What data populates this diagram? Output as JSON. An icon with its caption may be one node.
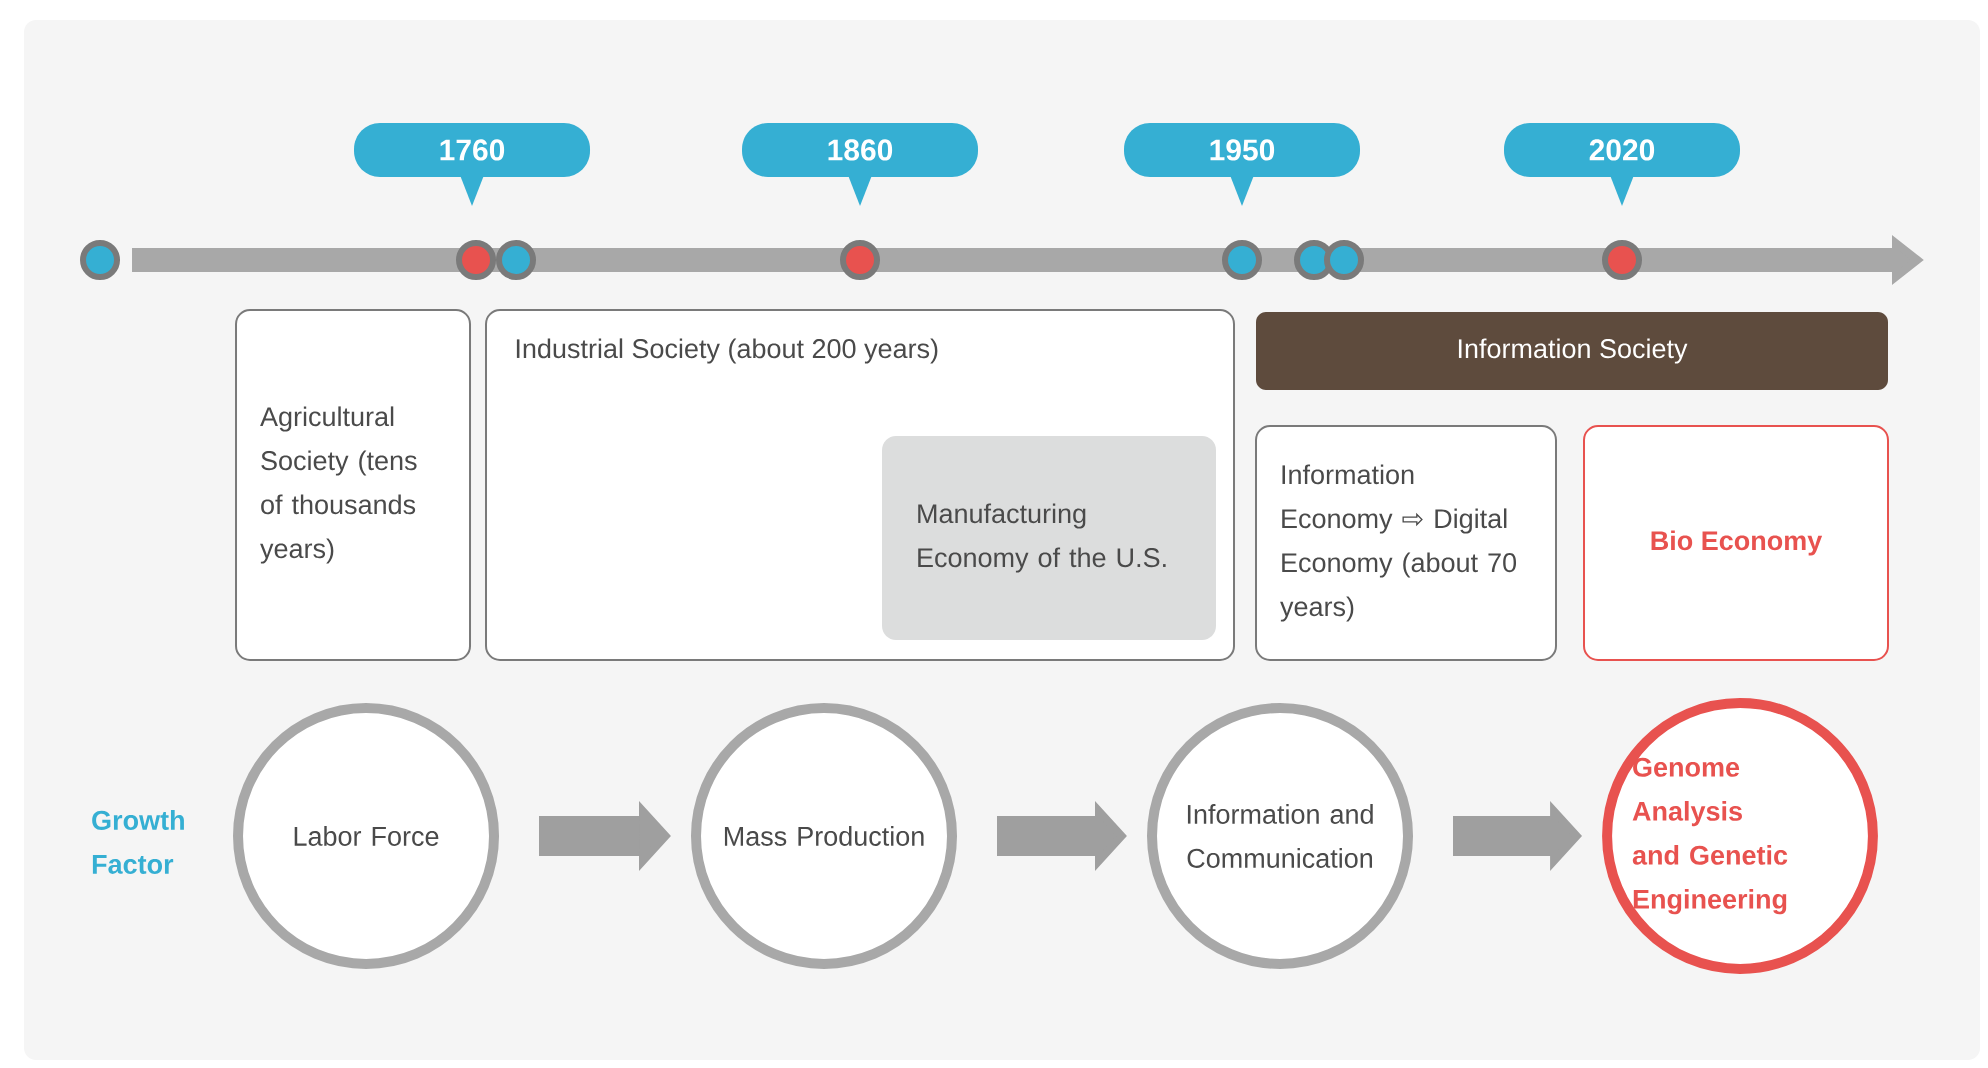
{
  "diagram": {
    "nodes": [
      {
        "text": [
          "1760"
        ]
      },
      {
        "text": [
          "1860"
        ]
      },
      {
        "text": [
          "1950"
        ]
      },
      {
        "text": [
          "2020"
        ]
      },
      {
        "text": [
          "Agricultural Society (tens of thousands years)"
        ]
      },
      {
        "text": [
          "Industrial Society (about 200 years)"
        ]
      },
      {
        "text": [
          "Manufacturing Economy of the U.S."
        ],
        "in": 5
      },
      {
        "text": [
          "Information Society"
        ]
      },
      {
        "text": [
          "Information Economy ⇨ Digital Economy (about 70 years)"
        ]
      },
      {
        "text": [
          "Bio Economy"
        ]
      },
      {
        "text": [
          "Labor Force"
        ]
      },
      {
        "text": [
          "Mass Production"
        ]
      },
      {
        "text": [
          "Information and Communication"
        ]
      },
      {
        "text": [
          "Genome Analysis and Genetic Engineering"
        ]
      }
    ],
    "edges": [
      {
        "from": 10,
        "to": 11,
        "arrow": "to"
      },
      {
        "from": 11,
        "to": 12,
        "arrow": "to"
      },
      {
        "from": 12,
        "to": 13,
        "arrow": "to"
      }
    ],
    "labels": [
      "Growth Factor"
    ]
  }
}
